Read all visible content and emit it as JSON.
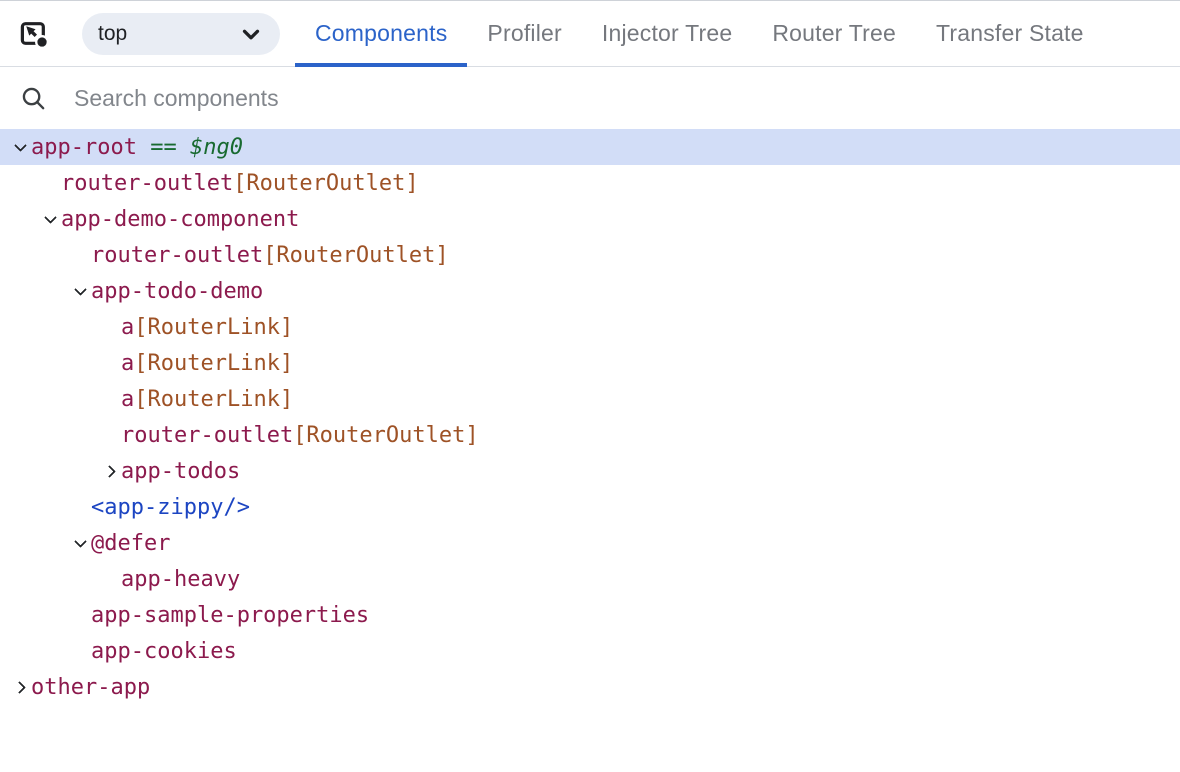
{
  "toolbar": {
    "frame_dropdown": {
      "value": "top"
    },
    "tabs": [
      {
        "label": "Components",
        "active": true
      },
      {
        "label": "Profiler",
        "active": false
      },
      {
        "label": "Injector Tree",
        "active": false
      },
      {
        "label": "Router Tree",
        "active": false
      },
      {
        "label": "Transfer State",
        "active": false
      }
    ]
  },
  "search": {
    "placeholder": "Search components"
  },
  "component_tree": {
    "selected_node": "app-root",
    "equals_operator": "==",
    "console_reference": "$ng0",
    "nodes": [
      {
        "name": "app-root",
        "level": 0,
        "expand": "expanded",
        "kind": "element",
        "selected": true,
        "reference": "$ng0"
      },
      {
        "name": "router-outlet",
        "directive": "[RouterOutlet]",
        "level": 1,
        "expand": "none",
        "kind": "element"
      },
      {
        "name": "app-demo-component",
        "level": 1,
        "expand": "expanded",
        "kind": "element"
      },
      {
        "name": "router-outlet",
        "directive": "[RouterOutlet]",
        "level": 2,
        "expand": "none",
        "kind": "element"
      },
      {
        "name": "app-todo-demo",
        "level": 2,
        "expand": "expanded",
        "kind": "element"
      },
      {
        "name": "a",
        "directive": "[RouterLink]",
        "level": 3,
        "expand": "none",
        "kind": "element"
      },
      {
        "name": "a",
        "directive": "[RouterLink]",
        "level": 3,
        "expand": "none",
        "kind": "element"
      },
      {
        "name": "a",
        "directive": "[RouterLink]",
        "level": 3,
        "expand": "none",
        "kind": "element"
      },
      {
        "name": "router-outlet",
        "directive": "[RouterOutlet]",
        "level": 3,
        "expand": "none",
        "kind": "element"
      },
      {
        "name": "app-todos",
        "level": 3,
        "expand": "collapsed",
        "kind": "element"
      },
      {
        "name": "<app-zippy/>",
        "level": 2,
        "expand": "none",
        "kind": "tag"
      },
      {
        "name": "@defer",
        "level": 2,
        "expand": "expanded",
        "kind": "element"
      },
      {
        "name": "app-heavy",
        "level": 3,
        "expand": "none",
        "kind": "element"
      },
      {
        "name": "app-sample-properties",
        "level": 2,
        "expand": "none",
        "kind": "element"
      },
      {
        "name": "app-cookies",
        "level": 2,
        "expand": "none",
        "kind": "element"
      },
      {
        "name": "other-app",
        "level": 0,
        "expand": "collapsed",
        "kind": "element"
      }
    ]
  },
  "colors": {
    "accent_blue": "#2b63c9",
    "inactive_tab_gray": "#75787e",
    "element_name_maroon": "#8c1a4d",
    "directive_sienna": "#9e5226",
    "tag_blue": "#1c45c2",
    "console_ref_green": "#186a30",
    "selected_row_bg": "#d2ddf7",
    "dropdown_pill_bg": "#e9edf4"
  }
}
